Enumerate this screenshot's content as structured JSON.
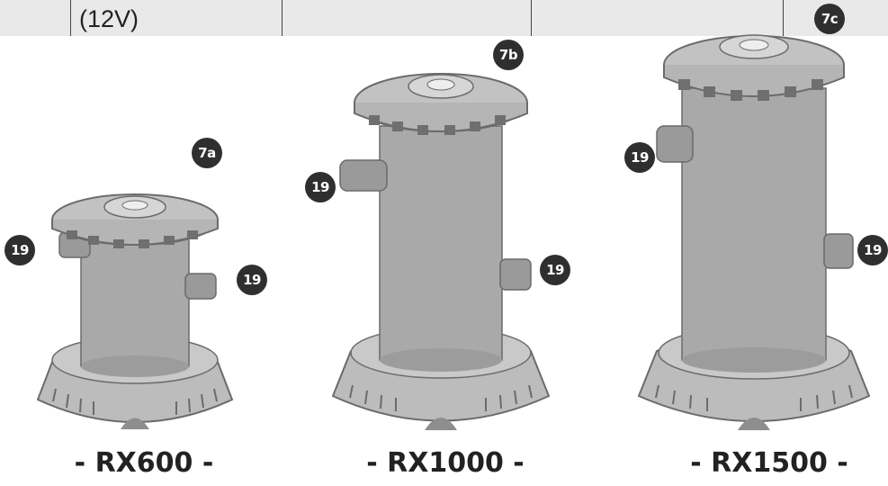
{
  "table": {
    "voltage_label": "(12V)"
  },
  "pumps": [
    {
      "model": "- RX600 -",
      "lid_callout": "7a",
      "port_callout_left": "19",
      "port_callout_right": "19"
    },
    {
      "model": "- RX1000 -",
      "lid_callout": "7b",
      "port_callout_left": "19",
      "port_callout_right": "19"
    },
    {
      "model": "- RX1500 -",
      "lid_callout": "7c",
      "port_callout_left": "19",
      "port_callout_right": "19"
    }
  ],
  "colors": {
    "body": "#a9a9a9",
    "body_shade": "#9c9c9c",
    "lid": "#c2c2c2",
    "outline": "#6b6b6b",
    "badge": "#2f2f2f"
  }
}
